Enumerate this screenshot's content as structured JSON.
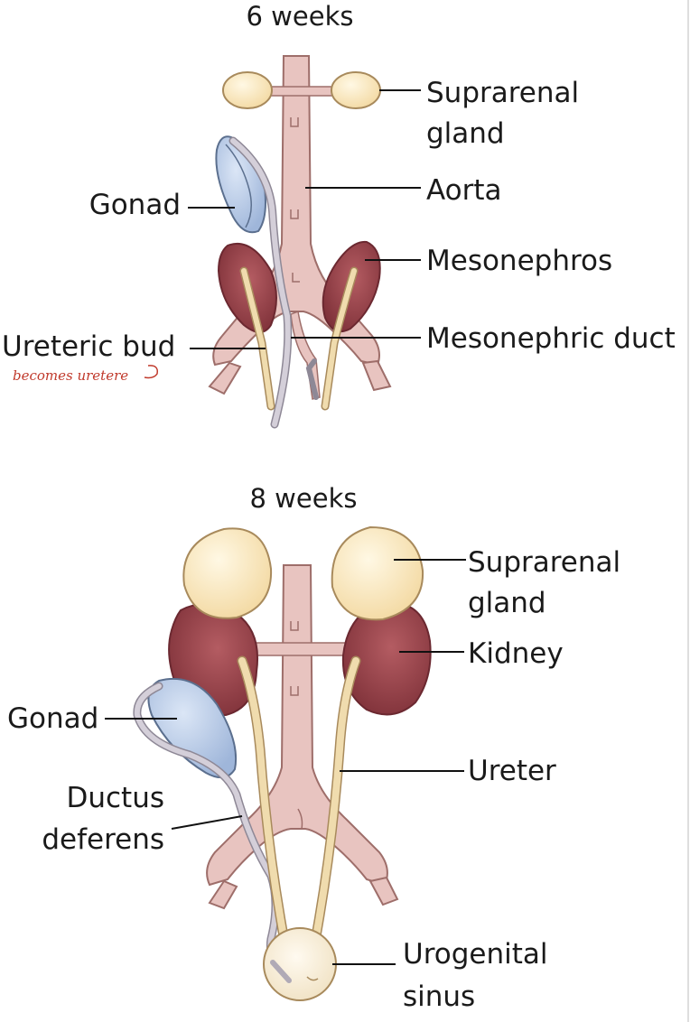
{
  "panels": {
    "top": {
      "title": "6 weeks",
      "labels": {
        "suprarenal_1": "Suprarenal",
        "suprarenal_2": "gland",
        "aorta": "Aorta",
        "gonad": "Gonad",
        "mesonephros": "Mesonephros",
        "ureteric_bud": "Ureteric bud",
        "mesonephric_duct": "Mesonephric duct"
      },
      "handwritten_note": "becomes uretere"
    },
    "bottom": {
      "title": "8 weeks",
      "labels": {
        "suprarenal_1": "Suprarenal",
        "suprarenal_2": "gland",
        "kidney": "Kidney",
        "gonad": "Gonad",
        "ureter": "Ureter",
        "ductus_1": "Ductus",
        "ductus_2": "deferens",
        "urogenital_1": "Urogenital",
        "urogenital_2": "sinus"
      }
    }
  },
  "colors": {
    "vessel": "#e8c4c0",
    "vessel_outline": "#9e6e6a",
    "adrenal": "#f7e2b5",
    "adrenal_outline": "#a88a5c",
    "kidney": "#8e3f45",
    "kidney_light": "#b86a6a",
    "gonad": "#b9cce8",
    "gonad_outline": "#5b6f8e",
    "duct": "#f0dcae",
    "duct_grey": "#c9c3cf",
    "sinus": "#f7ecd4"
  }
}
